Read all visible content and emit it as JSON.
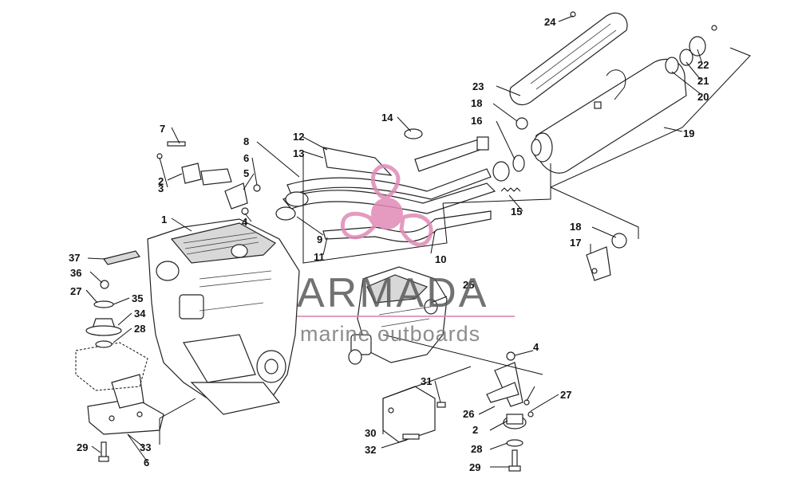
{
  "diagram": {
    "callouts": [
      "1",
      "2",
      "3",
      "4",
      "5",
      "6",
      "7",
      "8",
      "9",
      "10",
      "11",
      "12",
      "13",
      "14",
      "15",
      "16",
      "17",
      "18",
      "19",
      "20",
      "21",
      "22",
      "23",
      "24",
      "25",
      "26",
      "27",
      "28",
      "29",
      "30",
      "31",
      "32",
      "33",
      "34",
      "35",
      "36",
      "37"
    ],
    "labels": {
      "n1": "1",
      "n2a": "2",
      "n3": "3",
      "n4a": "4",
      "n5": "5",
      "n6a": "6",
      "n7": "7",
      "n8": "8",
      "n9": "9",
      "n10": "10",
      "n11": "11",
      "n12": "12",
      "n13": "13",
      "n14": "14",
      "n15": "15",
      "n16": "16",
      "n17": "17",
      "n18a": "18",
      "n18b": "18",
      "n19": "19",
      "n20": "20",
      "n21": "21",
      "n22": "22",
      "n23": "23",
      "n24": "24",
      "n25": "25",
      "n4b": "4",
      "n26": "26",
      "n27a": "27",
      "n27b": "27",
      "n2b": "2",
      "n28a": "28",
      "n28b": "28",
      "n29a": "29",
      "n29b": "29",
      "n30": "30",
      "n31": "31",
      "n32": "32",
      "n33": "33",
      "n34": "34",
      "n35": "35",
      "n36": "36",
      "n37": "37",
      "n6b": "6"
    }
  },
  "watermark": {
    "brand": "ARMADA",
    "tagline": "marine outboards",
    "logo_color": "#e08ab5",
    "text_color": "#5a5a5a"
  }
}
